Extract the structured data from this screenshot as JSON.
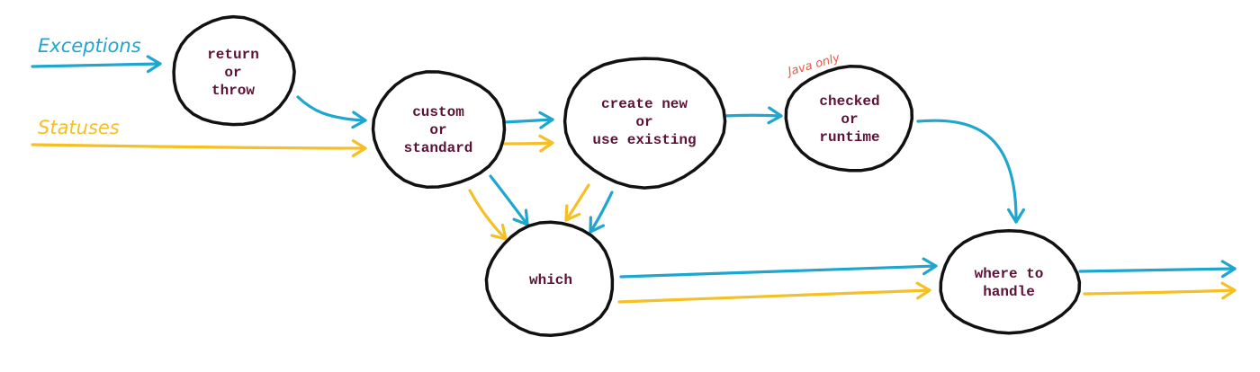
{
  "colors": {
    "exceptions": "#1fa6cf",
    "statuses": "#f4c025",
    "node_text": "#5b1236",
    "note": "#f0543e",
    "outline": "#111111"
  },
  "legend": {
    "exceptions": "Exceptions",
    "statuses": "Statuses"
  },
  "annotation": "Java only",
  "nodes": [
    {
      "id": "return-or-throw",
      "lines": [
        "return",
        "or",
        "throw"
      ]
    },
    {
      "id": "custom-or-standard",
      "lines": [
        "custom",
        "or",
        "standard"
      ]
    },
    {
      "id": "create-new-or-use-existing",
      "lines": [
        "create new",
        "or",
        "use existing"
      ]
    },
    {
      "id": "checked-or-runtime",
      "lines": [
        "checked",
        "or",
        "runtime"
      ]
    },
    {
      "id": "which",
      "lines": [
        "which"
      ]
    },
    {
      "id": "where-to-handle",
      "lines": [
        "where to",
        "handle"
      ]
    }
  ],
  "edges": [
    {
      "from": "exceptions-label",
      "to": "return-or-throw",
      "flow": "exceptions"
    },
    {
      "from": "return-or-throw",
      "to": "custom-or-standard",
      "flow": "exceptions"
    },
    {
      "from": "statuses-label",
      "to": "custom-or-standard",
      "flow": "statuses"
    },
    {
      "from": "custom-or-standard",
      "to": "create-new-or-use-existing",
      "flow": "exceptions"
    },
    {
      "from": "custom-or-standard",
      "to": "create-new-or-use-existing",
      "flow": "statuses"
    },
    {
      "from": "create-new-or-use-existing",
      "to": "checked-or-runtime",
      "flow": "exceptions"
    },
    {
      "from": "checked-or-runtime",
      "to": "where-to-handle",
      "flow": "exceptions"
    },
    {
      "from": "custom-or-standard",
      "to": "which",
      "flow": "exceptions"
    },
    {
      "from": "custom-or-standard",
      "to": "which",
      "flow": "statuses"
    },
    {
      "from": "create-new-or-use-existing",
      "to": "which",
      "flow": "statuses"
    },
    {
      "from": "create-new-or-use-existing",
      "to": "which",
      "flow": "exceptions"
    },
    {
      "from": "which",
      "to": "where-to-handle",
      "flow": "exceptions"
    },
    {
      "from": "which",
      "to": "where-to-handle",
      "flow": "statuses"
    },
    {
      "from": "where-to-handle",
      "to": "output",
      "flow": "exceptions"
    },
    {
      "from": "where-to-handle",
      "to": "output",
      "flow": "statuses"
    }
  ]
}
